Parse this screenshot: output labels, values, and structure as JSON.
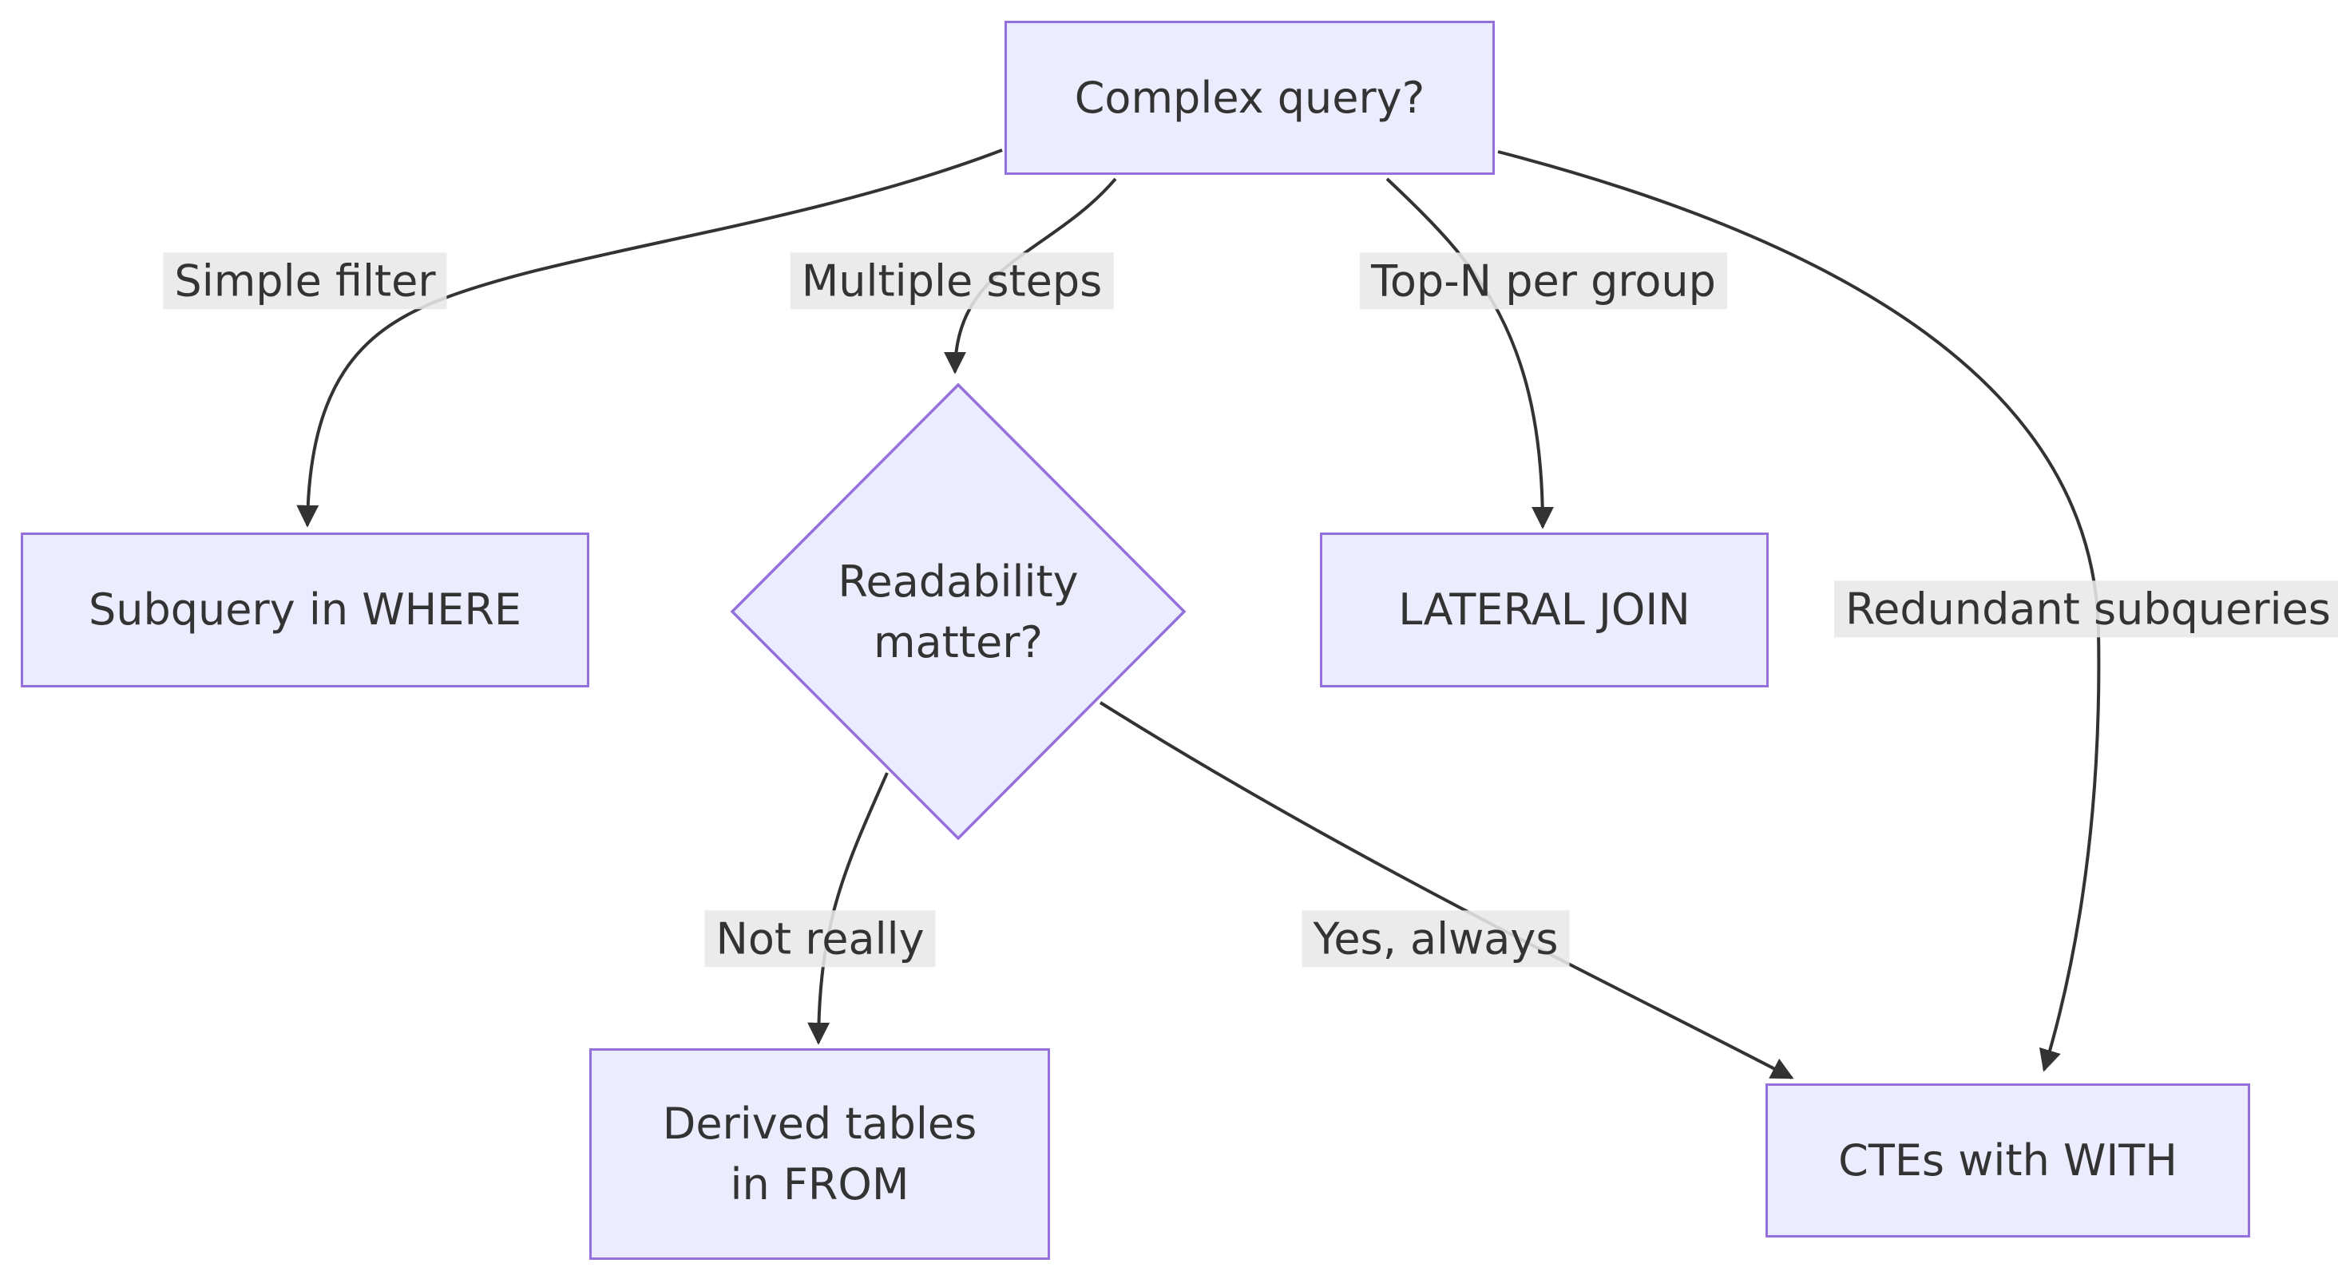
{
  "diagram": {
    "type": "flowchart",
    "background": "#ffffff",
    "nodes": {
      "complex_query": {
        "label": "Complex query?",
        "shape": "rectangle"
      },
      "subquery_where": {
        "label": "Subquery in WHERE",
        "shape": "rectangle"
      },
      "readability": {
        "line1": "Readability",
        "line2": "matter?",
        "shape": "diamond"
      },
      "lateral_join": {
        "label": "LATERAL JOIN",
        "shape": "rectangle"
      },
      "derived_tables": {
        "line1": "Derived tables",
        "line2": "in FROM",
        "shape": "rectangle"
      },
      "ctes": {
        "label": "CTEs with WITH",
        "shape": "rectangle"
      }
    },
    "edges": [
      {
        "from": "Complex query?",
        "to": "Subquery in WHERE",
        "label": "Simple filter"
      },
      {
        "from": "Complex query?",
        "to": "Readability matter?",
        "label": "Multiple steps"
      },
      {
        "from": "Complex query?",
        "to": "LATERAL JOIN",
        "label": "Top-N per group"
      },
      {
        "from": "Complex query?",
        "to": "CTEs with WITH",
        "label": "Redundant subqueries"
      },
      {
        "from": "Readability matter?",
        "to": "Derived tables in FROM",
        "label": "Not really"
      },
      {
        "from": "Readability matter?",
        "to": "CTEs with WITH",
        "label": "Yes, always"
      }
    ],
    "colors": {
      "node_fill": "#ECECFF",
      "node_border": "#9370DB",
      "edge_stroke": "#333333",
      "edge_label_bg": "#e8e8e8",
      "text": "#333333"
    }
  }
}
